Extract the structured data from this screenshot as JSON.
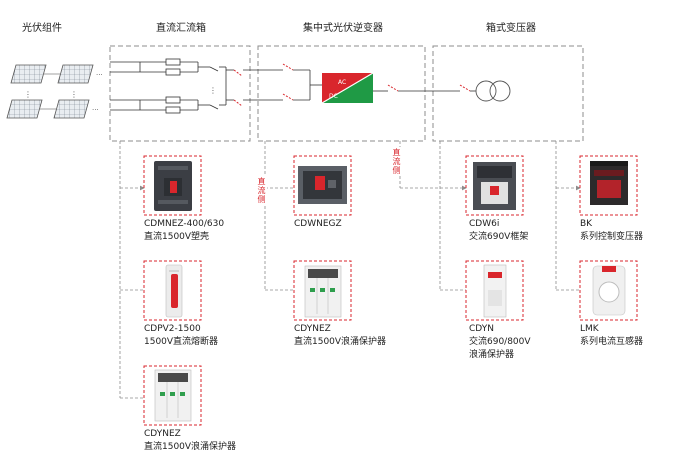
{
  "headers": {
    "pv_modules": "光伏组件",
    "dc_combiner": "直流汇流箱",
    "central_inverter": "集中式光伏逆变器",
    "box_transformer": "箱式变压器"
  },
  "inverter": {
    "ac": "AC",
    "dc": "DC"
  },
  "side_labels": {
    "dc_side_1": "直流侧",
    "dc_side_2": "直流侧"
  },
  "products": [
    {
      "model": "CDMNEZ-400/630",
      "desc": "直流1500V塑壳"
    },
    {
      "model": "CDPV2-1500",
      "desc": "1500V直流熔断器"
    },
    {
      "model": "CDYNEZ",
      "desc": "直流1500V浪涌保护器"
    },
    {
      "model": "CDWNEGZ",
      "desc": ""
    },
    {
      "model": "CDYNEZ",
      "desc": "直流1500V浪涌保护器"
    },
    {
      "model": "CDW6i",
      "desc": "交流690V框架"
    },
    {
      "model": "CDYN",
      "desc": "交流690/800V",
      "desc2": "浪涌保护器"
    },
    {
      "model": "BK",
      "desc": "系列控制变压器"
    },
    {
      "model": "LMK",
      "desc": "系列电流互感器"
    }
  ],
  "colors": {
    "accent": "#d9262c",
    "inverter_green": "#1f9a45",
    "dash_gray": "#8c8c8c"
  }
}
